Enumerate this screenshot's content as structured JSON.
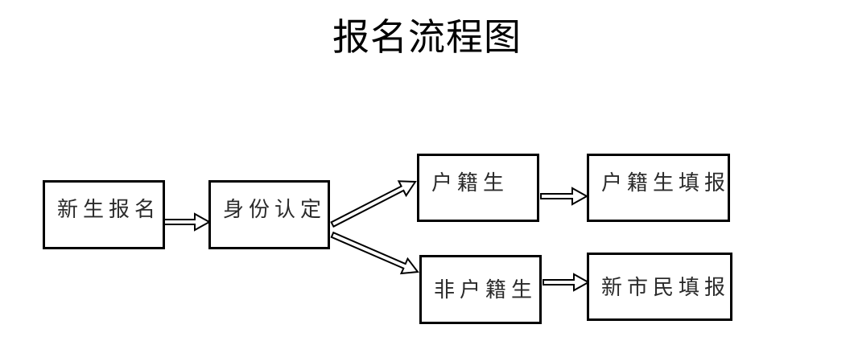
{
  "title": "报名流程图",
  "flowchart": {
    "nodes": [
      {
        "id": "new-student-registration",
        "label": "新生报名"
      },
      {
        "id": "identity-determination",
        "label": "身份认定"
      },
      {
        "id": "registered-student",
        "label": "户籍生"
      },
      {
        "id": "registered-student-filing",
        "label": "户籍生填报"
      },
      {
        "id": "non-registered-student",
        "label": "非户籍生"
      },
      {
        "id": "new-citizen-filing",
        "label": "新市民填报"
      }
    ],
    "edges": [
      {
        "from": "new-student-registration",
        "to": "identity-determination"
      },
      {
        "from": "identity-determination",
        "to": "registered-student"
      },
      {
        "from": "identity-determination",
        "to": "non-registered-student"
      },
      {
        "from": "registered-student",
        "to": "registered-student-filing"
      },
      {
        "from": "non-registered-student",
        "to": "new-citizen-filing"
      }
    ]
  },
  "colors": {
    "background": "#ffffff",
    "box_border": "#000000",
    "box_fill": "#ffffff",
    "box_text": "#2b2b2b",
    "title_text": "#000000",
    "arrow_stroke": "#000000",
    "arrow_fill": "#ffffff"
  }
}
